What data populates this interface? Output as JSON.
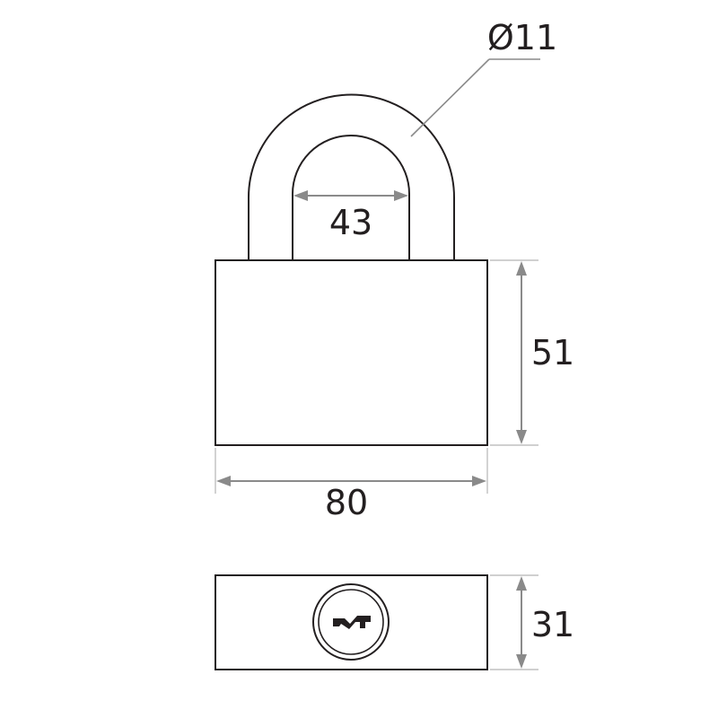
{
  "dimensions": {
    "shackle_diameter": "Ø11",
    "shackle_inner_width": "43",
    "body_height": "51",
    "body_width": "80",
    "body_depth": "31"
  },
  "colors": {
    "outline": "#231f20",
    "dimension_line": "#8a8a8a",
    "background": "#ffffff"
  }
}
